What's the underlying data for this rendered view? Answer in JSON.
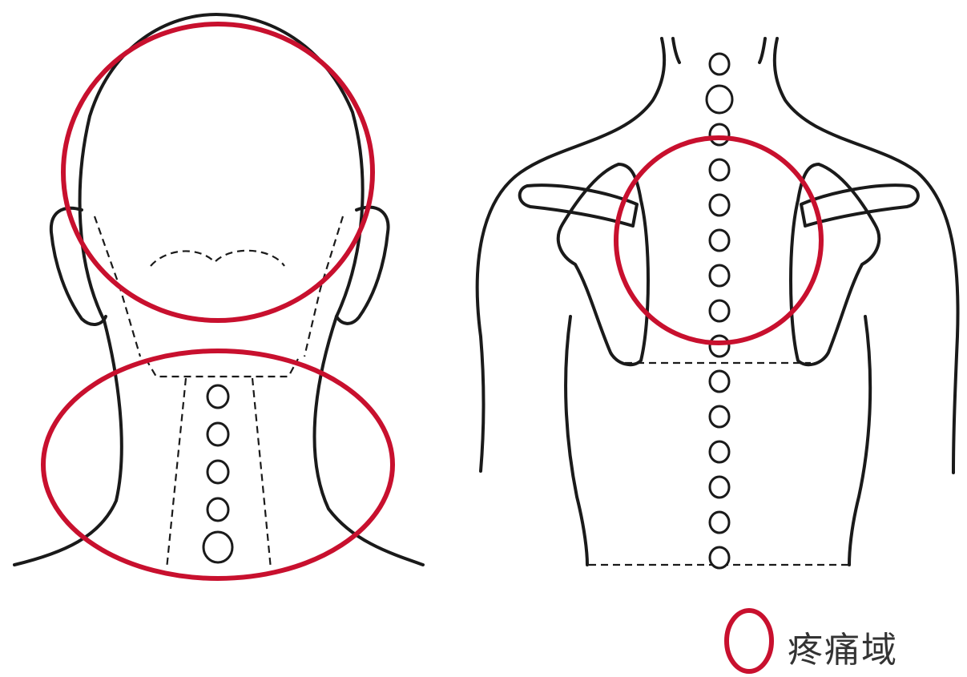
{
  "legend": {
    "label": "疼痛域",
    "symbol": "red-ellipse"
  },
  "colors": {
    "pain_region": "#c8102e",
    "outline": "#1a1a1a",
    "background": "#ffffff"
  },
  "panels": [
    {
      "name": "head-neck-back-view",
      "vertebra_count": 5,
      "pain_regions": 2
    },
    {
      "name": "upper-back-view",
      "vertebra_count": 15,
      "pain_regions": 1
    }
  ]
}
